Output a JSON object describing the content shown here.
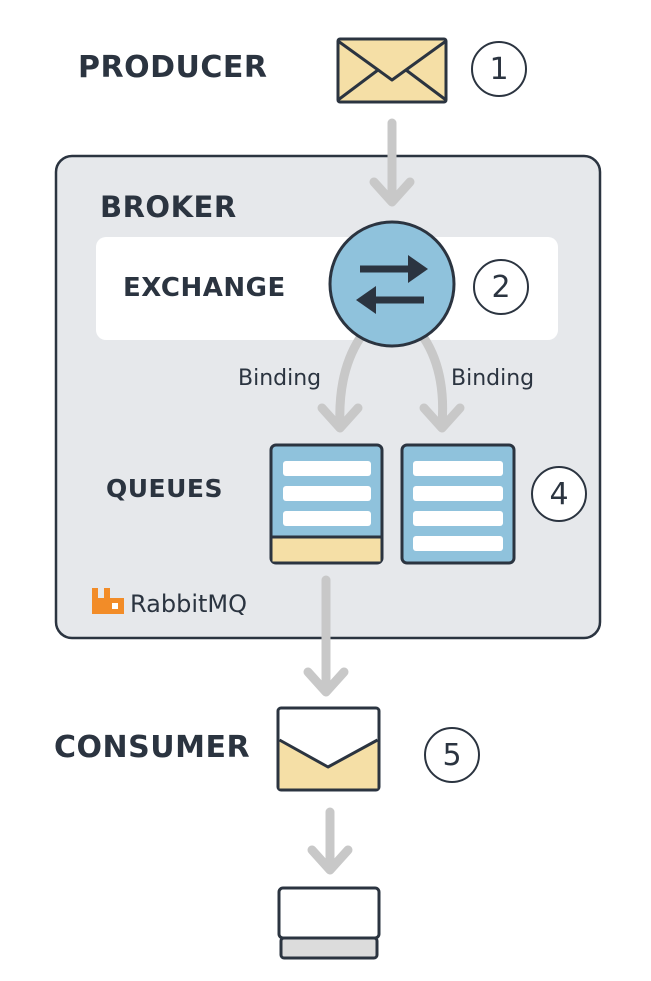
{
  "producer": {
    "label": "PRODUCER",
    "step": "1"
  },
  "broker": {
    "label": "BROKER"
  },
  "exchange": {
    "label": "EXCHANGE",
    "step": "2"
  },
  "bindings": {
    "left": "Binding",
    "right": "Binding"
  },
  "queues": {
    "label": "QUEUES",
    "step": "4"
  },
  "logo": {
    "text": "RabbitMQ",
    "icon": "rabbitmq-logo-icon"
  },
  "consumer": {
    "label": "CONSUMER",
    "step": "5"
  },
  "colors": {
    "ink": "#2b3440",
    "envelope_fill": "#f5dfa6",
    "exchange_fill": "#8fc2dc",
    "queue_fill": "#8fc2dc",
    "broker_bg": "#e6e8eb",
    "arrow_gray": "#c8c8c8",
    "logo_orange": "#f28c28"
  }
}
